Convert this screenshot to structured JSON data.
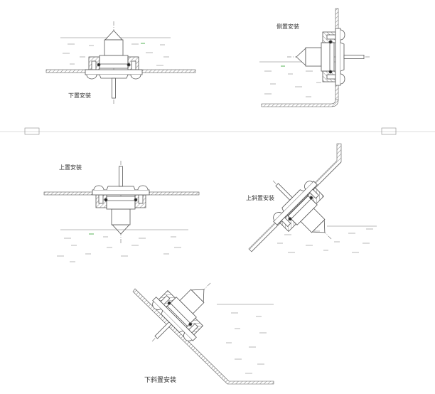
{
  "labels": {
    "bottom_mount": "下置安装",
    "side_mount": "侧置安装",
    "top_mount": "上置安装",
    "upper_oblique_mount": "上斜置安装",
    "lower_oblique_mount": "下斜置安装"
  },
  "colors": {
    "line": "#555555",
    "accent": "#2ca02c"
  }
}
